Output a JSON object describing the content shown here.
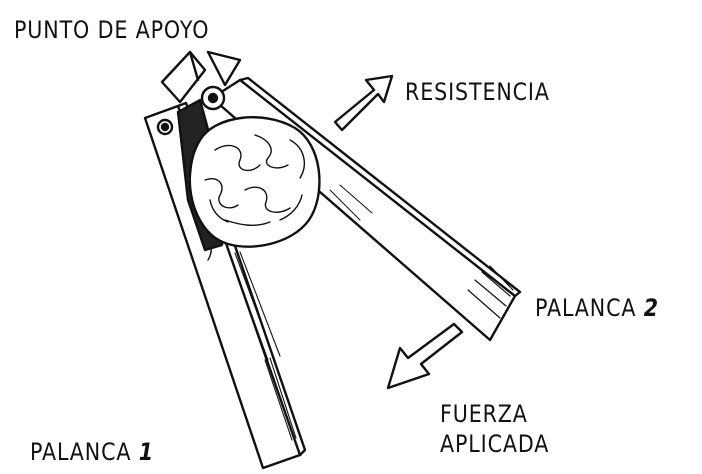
{
  "labels": {
    "fulcrum": "PUNTO DE APOYO",
    "resistance": "RESISTENCIA",
    "lever2_text": "PALANCA",
    "lever2_num": "2",
    "force_line1": "FUERZA",
    "force_line2": "APLICADA",
    "lever1_text": "PALANCA",
    "lever1_num": "1"
  },
  "colors": {
    "ink": "#111111",
    "paper": "#ffffff"
  },
  "icons": {
    "walnut": "walnut-icon",
    "resistance_arrow": "arrow-up-right-icon",
    "force_arrow": "arrow-down-left-icon"
  }
}
